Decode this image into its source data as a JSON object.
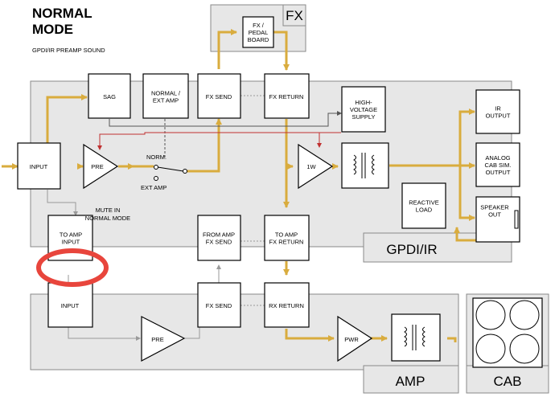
{
  "title_line1": "NORMAL",
  "title_line2": "MODE",
  "subtitle": "GPDI/IR PREAMP SOUND",
  "panels": {
    "fx": "FX",
    "gpdi": "GPDI/IR",
    "amp": "AMP",
    "cab": "CAB"
  },
  "blocks": {
    "fx_pedal_board": [
      "FX /",
      "PEDAL",
      "BOARD"
    ],
    "sag": [
      "SAG"
    ],
    "normal_ext_amp": [
      "NORMAL /",
      "EXT AMP"
    ],
    "fx_send": [
      "FX SEND"
    ],
    "fx_return": [
      "FX RETURN"
    ],
    "hv_supply": [
      "HIGH-",
      "VOLTAGE",
      "SUPPLY"
    ],
    "ir_output": [
      "IR",
      "OUTPUT"
    ],
    "analog_cab_sim": [
      "ANALOG",
      "CAB SIM.",
      "OUTPUT"
    ],
    "reactive_load": [
      "REACTIVE",
      "LOAD"
    ],
    "speaker_out": [
      "SPEAKER",
      "OUT"
    ],
    "input": [
      "INPUT"
    ],
    "pre": [
      "PRE"
    ],
    "one_w": [
      "1W"
    ],
    "to_amp_input": [
      "TO AMP",
      "INPUT"
    ],
    "from_amp_fx_send": [
      "FROM AMP",
      "FX SEND"
    ],
    "to_amp_fx_return": [
      "TO AMP",
      "FX RETURN"
    ],
    "amp_input": [
      "INPUT"
    ],
    "amp_pre": [
      "PRE"
    ],
    "amp_fx_send": [
      "FX SEND"
    ],
    "amp_fx_return": [
      "RX RETURN"
    ],
    "pwr": [
      "PWR"
    ]
  },
  "switch_labels": {
    "norm": "NORM.",
    "ext_amp": "EXT AMP"
  },
  "annotation": [
    "MUTE IN",
    "NORMAL MODE"
  ],
  "colors": {
    "signal": "#d9ac3e",
    "highlight": "#e8453c",
    "control": "#c03030",
    "panel": "#e7e7e7"
  }
}
